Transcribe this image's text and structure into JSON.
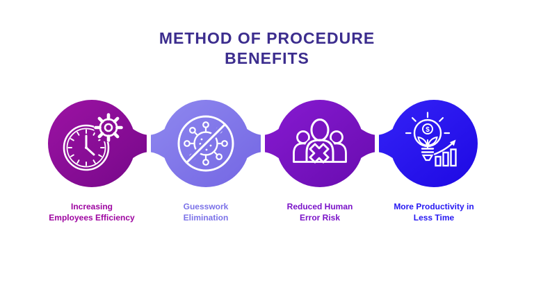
{
  "title": {
    "line1": "METHOD OF PROCEDURE",
    "line2": "BENEFITS",
    "color": "#3C2D8E"
  },
  "items": [
    {
      "name": "increasing-employees-efficiency",
      "icon": "clock-gear-icon",
      "label_line1": "Increasing",
      "label_line2": "Employees Efficiency",
      "color_light": "#9A12A2",
      "color_dark": "#7A098C",
      "label_color": "#9D04A0"
    },
    {
      "name": "guesswork-elimination",
      "icon": "no-virus-icon",
      "label_line1": "Guesswork",
      "label_line2": "Elimination",
      "color_light": "#8C85EE",
      "color_dark": "#7669E4",
      "label_color": "#7B72E8"
    },
    {
      "name": "reduced-human-error-risk",
      "icon": "people-error-icon",
      "label_line1": "Reduced Human",
      "label_line2": "Error Risk",
      "color_light": "#8419CE",
      "color_dark": "#6B0DB2",
      "label_color": "#7A12C8"
    },
    {
      "name": "more-productivity-in-less-time",
      "icon": "bulb-dollar-chart-icon",
      "label_line1": "More Productivity in",
      "label_line2": "Less Time",
      "color_light": "#3220F5",
      "color_dark": "#1F0AE4",
      "label_color": "#2517F2"
    }
  ],
  "glyphs": {
    "dollar": "$"
  }
}
